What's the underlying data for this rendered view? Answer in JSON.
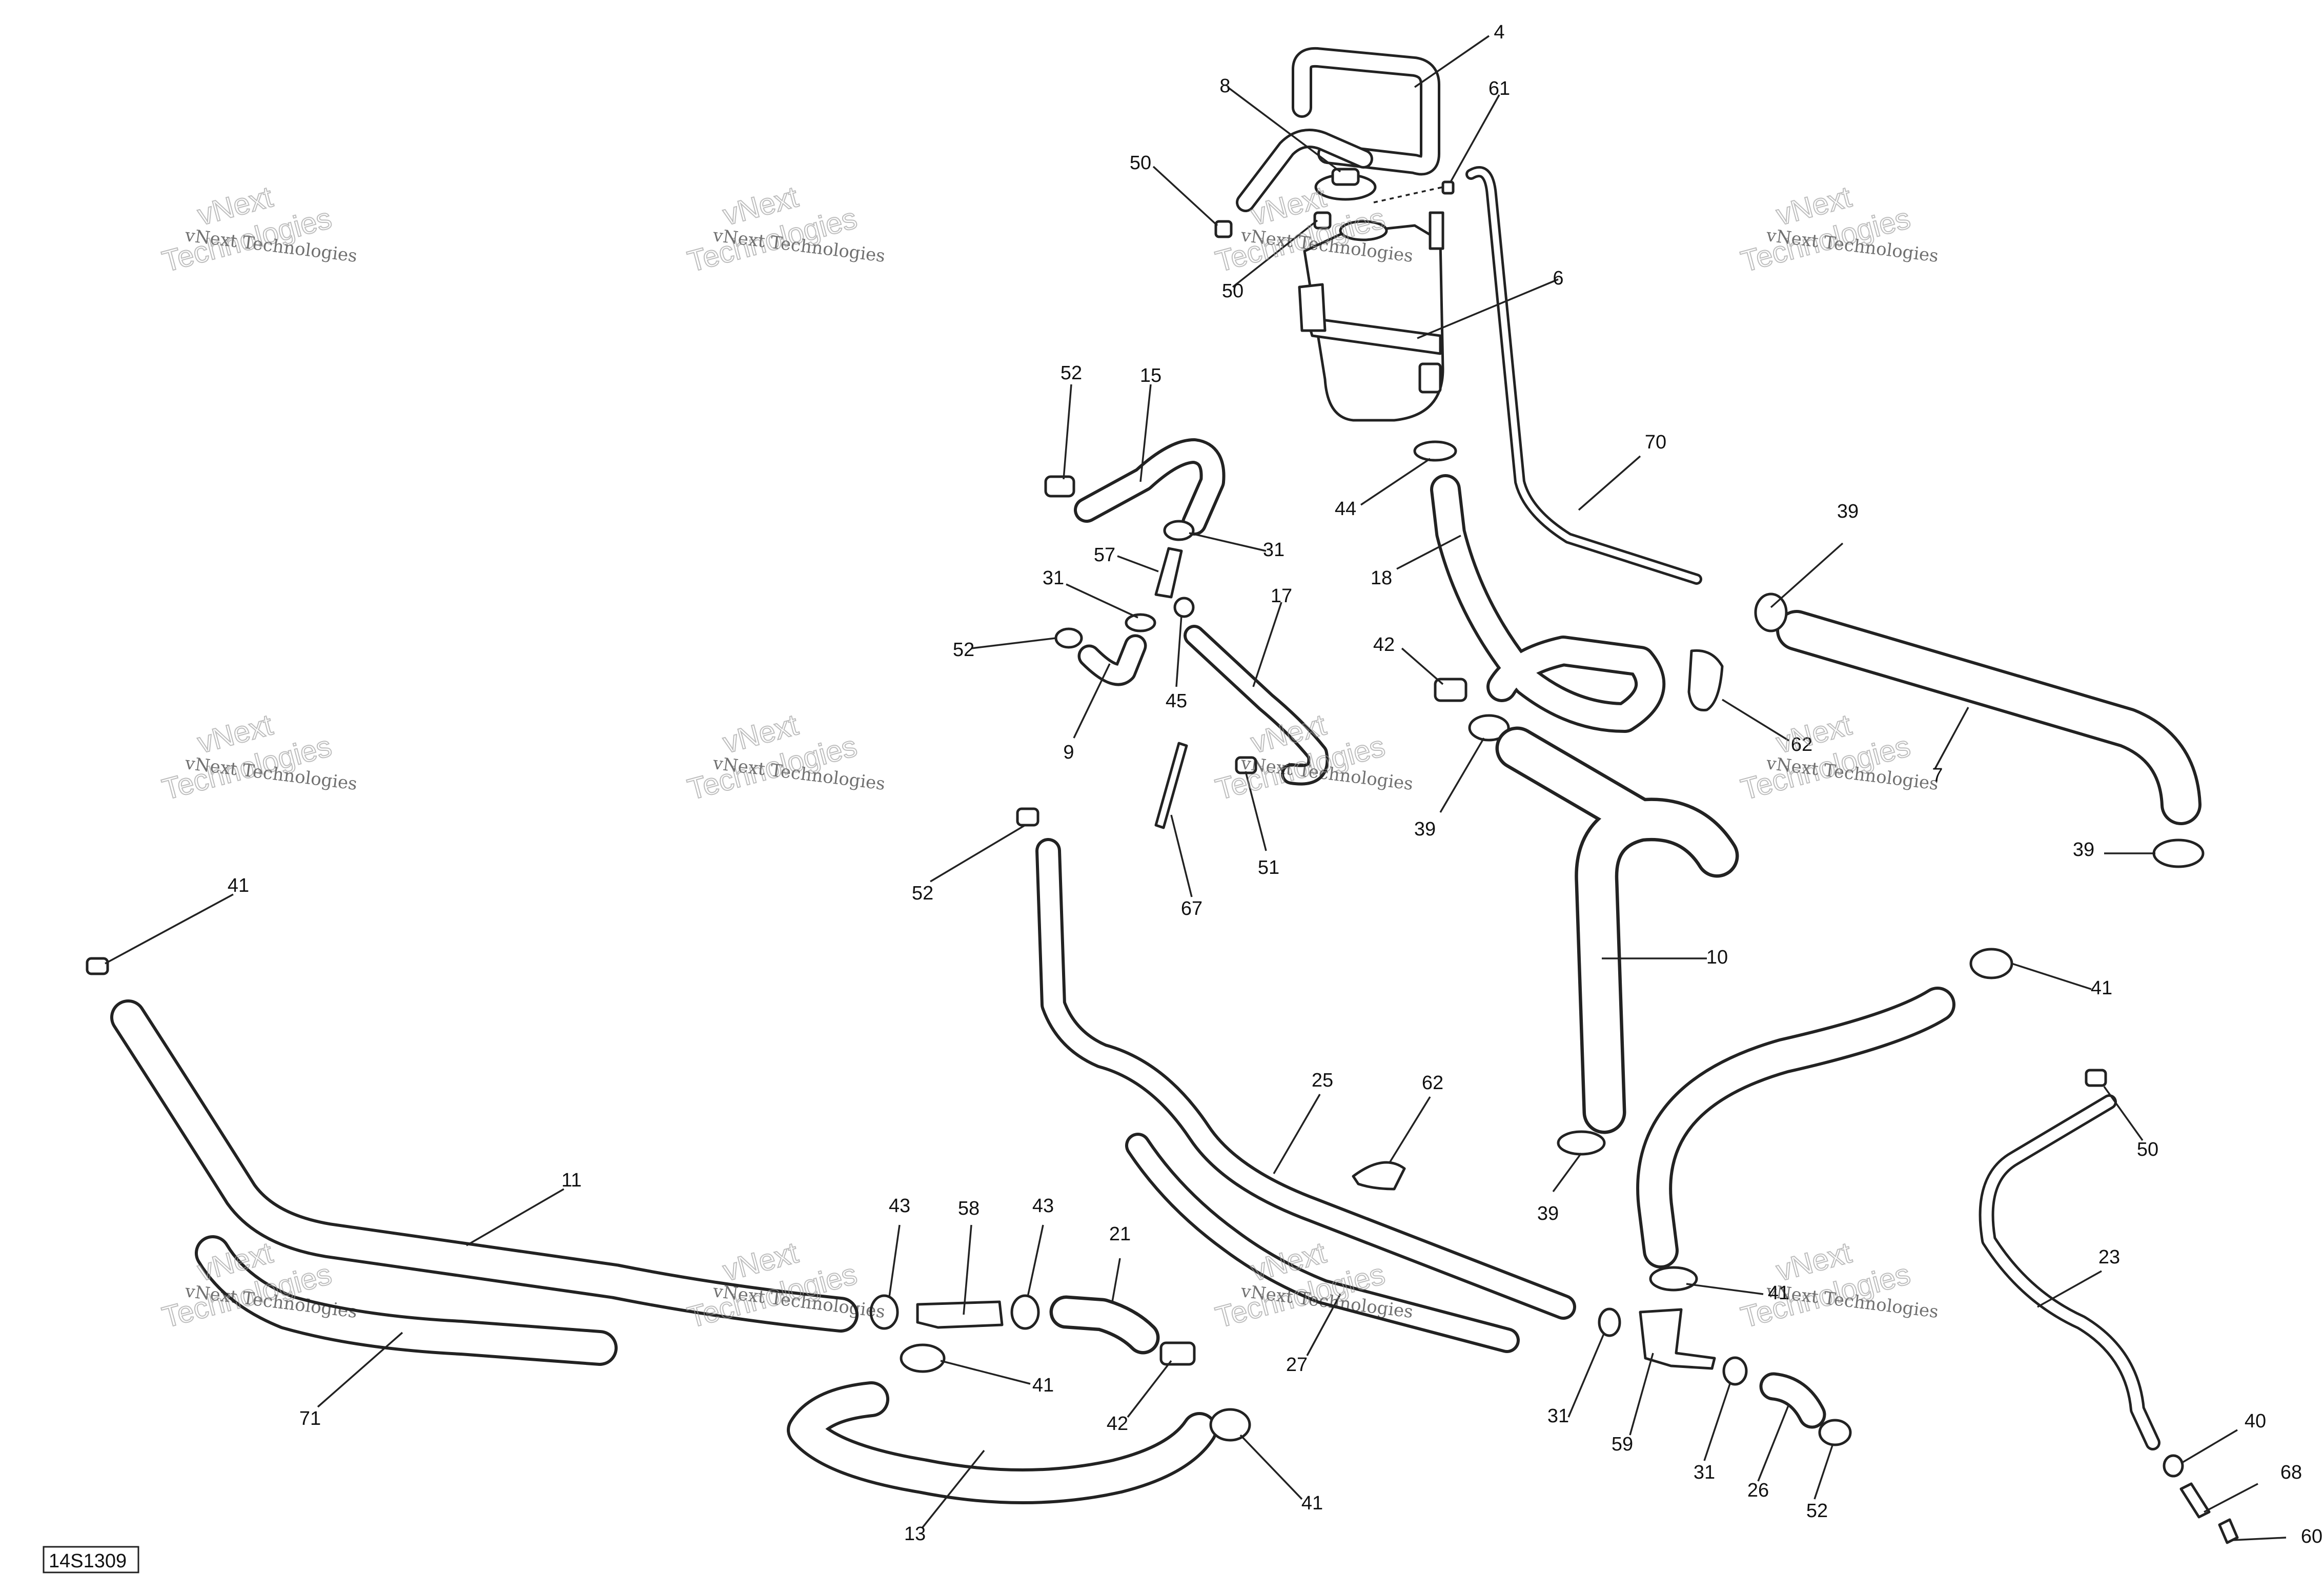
{
  "diagram_ref": "14S1309",
  "watermark": {
    "line1": "vNext",
    "line2": "Technologies",
    "small": "vNext Technologies"
  },
  "callouts": [
    "4",
    "8",
    "61",
    "50",
    "50",
    "6",
    "52",
    "15",
    "31",
    "57",
    "31",
    "17",
    "52",
    "45",
    "9",
    "67",
    "51",
    "44",
    "18",
    "70",
    "42",
    "39",
    "62",
    "7",
    "39",
    "39",
    "10",
    "52",
    "41",
    "41",
    "11",
    "25",
    "62",
    "50",
    "39",
    "71",
    "43",
    "58",
    "43",
    "21",
    "41",
    "42",
    "27",
    "31",
    "59",
    "31",
    "26",
    "52",
    "41",
    "23",
    "40",
    "68",
    "60",
    "13",
    "41"
  ]
}
